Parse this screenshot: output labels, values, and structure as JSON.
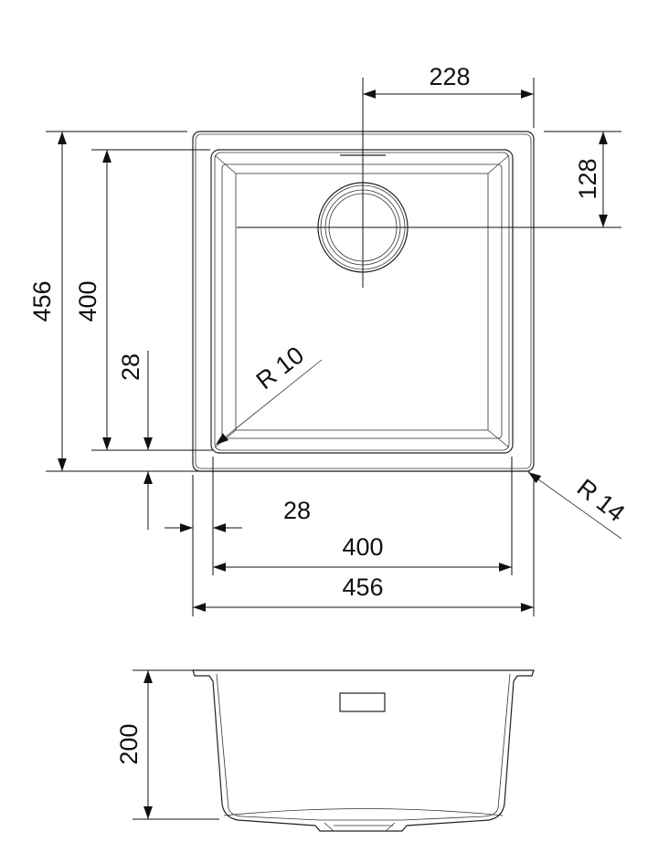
{
  "top_view": {
    "drain_offset_x": "228",
    "drain_offset_y": "128",
    "outer_depth": "456",
    "bowl_depth": "400",
    "rim_width_side": "28",
    "inner_radius": "R 10",
    "outer_radius": "R 14",
    "rim_width_front": "28",
    "bowl_width": "400",
    "outer_width": "456"
  },
  "side_view": {
    "bowl_height": "200"
  },
  "colors": {
    "line": "#222222",
    "background": "#ffffff"
  }
}
